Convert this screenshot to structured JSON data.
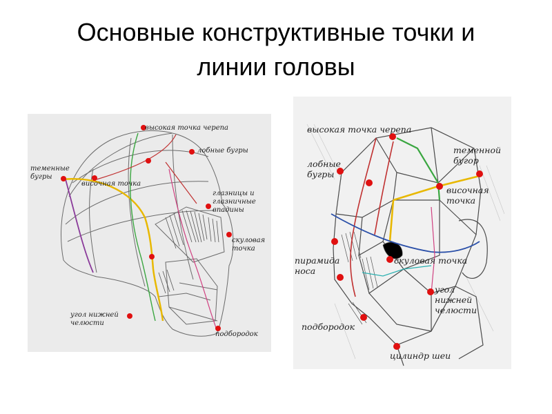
{
  "slide": {
    "title_line1": "Основные конструктивные точки и",
    "title_line2": "линии  головы"
  },
  "left_diagram": {
    "labels": {
      "high_point": "высокая точка черепа",
      "frontal": "лобные бугры",
      "parietal": "теменные бугры",
      "temporal": "височная точка",
      "eye_sockets": "глазницы и глазничные впадины",
      "zygomatic": "скуловая точка",
      "jaw_angle": "угол нижней челюсти",
      "chin": "подбородок"
    }
  },
  "right_diagram": {
    "labels": {
      "high_point": "высокая точка черепа",
      "frontal": "лобные бугры",
      "parietal": "теменной бугор",
      "temporal": "височная точка",
      "nose_pyramid": "пирамида носа",
      "zygomatic": "скуловая точка",
      "jaw_angle": "угол нижней челюсти",
      "chin": "подбородок",
      "neck": "цилиндр шеи"
    }
  },
  "colors": {
    "marker": "#e01010",
    "line_yellow": "#e8b800",
    "line_green": "#3aa640",
    "line_blue": "#2a4fa8",
    "line_purple": "#8a3a9a",
    "line_red": "#c03030",
    "line_teal": "#2ab0b0"
  }
}
